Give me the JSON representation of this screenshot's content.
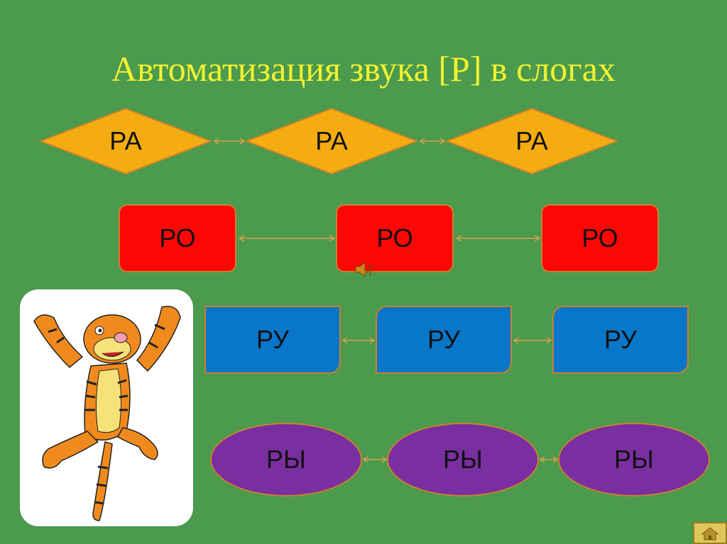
{
  "title": "Автоматизация звука [Р] в слогах",
  "rows": {
    "ra": [
      "РА",
      "РА",
      "РА"
    ],
    "ro": [
      "РО",
      "РО",
      "РО"
    ],
    "ru": [
      "РУ",
      "РУ",
      "РУ"
    ],
    "ry": [
      "РЫ",
      "РЫ",
      "РЫ"
    ]
  },
  "colors": {
    "background": "#4b9a4d",
    "title": "#f2f230",
    "diamond": "#f4ac10",
    "red": "#fe0606",
    "blue": "#0876c9",
    "purple": "#7a2fa0",
    "connector": "#d9a14a"
  },
  "icons": {
    "sound": "speaker-icon",
    "home": "home-icon",
    "character": "tigger-character"
  }
}
